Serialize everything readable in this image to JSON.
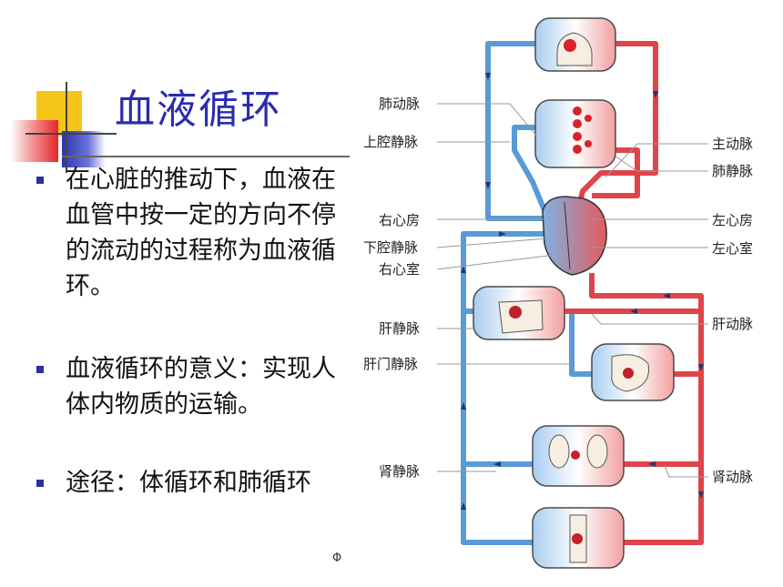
{
  "slide": {
    "title": "血液循环",
    "bullets": [
      "在心脏的推动下，血液在血管中按一定的方向不停的流动的过程称为血液循环。",
      "血液循环的意义：实现人体内物质的运输。",
      "途径：体循环和肺循环"
    ],
    "footnote": "Φ"
  },
  "diagram": {
    "labels_left": [
      "肺动脉",
      "上腔静脉",
      "右心房",
      "下腔静脉",
      "右心室",
      "肝静脉",
      "肝门静脉",
      "肾静脉"
    ],
    "labels_right": [
      "主动脉",
      "肺静脉",
      "左心房",
      "左心室",
      "肝动脉",
      "肾动脉"
    ]
  },
  "colors": {
    "title": "#2b2bb0",
    "bullet": "#2e2e9e",
    "artery": "#e0444b",
    "vein": "#5a9ad6",
    "deco_yellow": "#f5c518",
    "deco_red": "#e8232b",
    "deco_blue": "#2a33b5"
  }
}
